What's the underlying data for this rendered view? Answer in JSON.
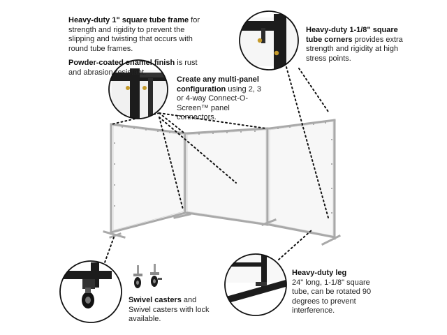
{
  "callouts": {
    "frame": {
      "bold1": "Heavy-duty 1\" square tube frame",
      "rest1": " for strength and rigidity to prevent the slipping and twisting that occurs with round tube frames.",
      "bold2": "Powder-coated enamel finish",
      "rest2": " is rust and abrasion resistant."
    },
    "corners": {
      "bold": "Heavy-duty 1-1/8\" square tube corners",
      "rest": " provides extra strength and rigidity at high stress points."
    },
    "multipanel": {
      "bold": "Create any multi-panel configuration",
      "rest": " using 2, 3 or 4-way Connect-O-Screen™ panel connectors."
    },
    "casters": {
      "bold": "Swivel casters",
      "rest": " and Swivel casters with lock available."
    },
    "leg": {
      "bold": "Heavy-duty leg",
      "rest": "24\" long, 1-1/8\" square tube, can be rotated 90 degrees to prevent interference."
    }
  },
  "colors": {
    "frame": "#a9a9a9",
    "curtain": "#f6f6f6",
    "black_metal": "#1b1b1b",
    "text": "#222222"
  }
}
